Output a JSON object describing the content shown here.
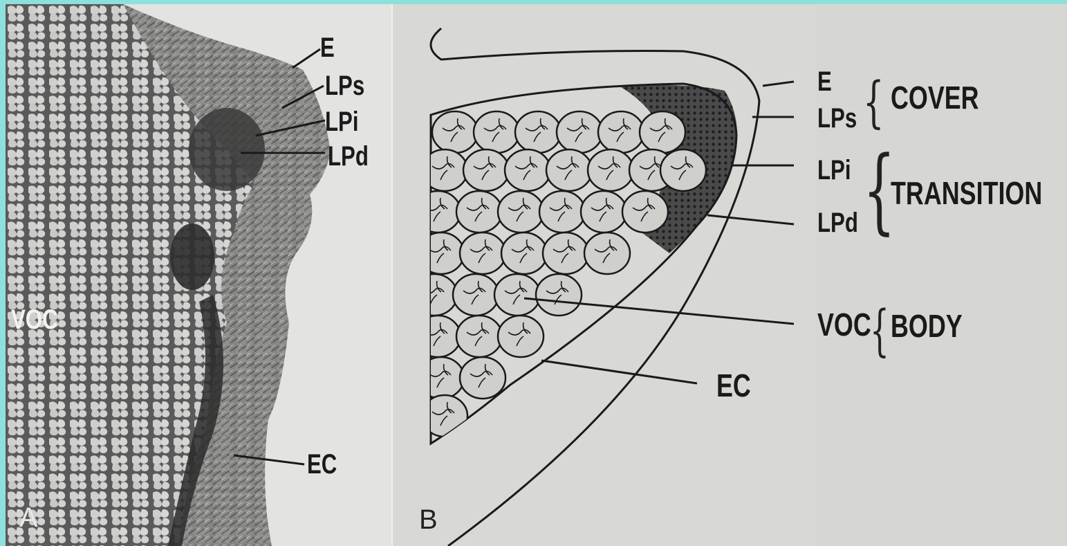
{
  "panel_a": {
    "letter": "A",
    "labels": {
      "e": "E",
      "lps": "LPs",
      "lpi": "LPi",
      "lpd": "LPd",
      "voc": "VOC",
      "ec": "EC"
    }
  },
  "panel_b": {
    "letter": "B",
    "labels": {
      "ec": "EC"
    }
  },
  "legend": {
    "e": "E",
    "lps": "LPs",
    "lpi": "LPi",
    "lpd": "LPd",
    "voc": "VOC",
    "cover": "COVER",
    "transition": "TRANSITION",
    "body": "BODY"
  },
  "colors": {
    "background": "#8ee0dc",
    "tissue_dark": "#3a3a3a",
    "ink": "#1a1a1a"
  }
}
